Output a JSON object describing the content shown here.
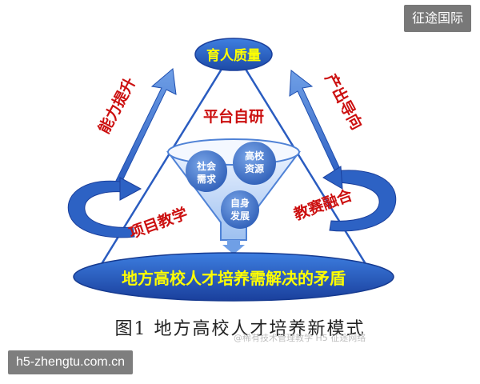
{
  "diagram": {
    "top_node": "育人质量",
    "base_label": "地方高校人才培养需解决的矛盾",
    "funnel_title": "平台自研",
    "circles": {
      "social": "社会需求",
      "school": "高校资源",
      "self": "自身发展"
    },
    "arrows": {
      "left_up": "能力提升",
      "right_up": "产出导向",
      "left_down": "项目教学",
      "right_down": "教赛融合"
    }
  },
  "caption": "图1 地方高校人才培养新模式",
  "faint_caption": "@稀有技术管理教学 H5 征途网络",
  "watermarks": {
    "top_right": "征途国际",
    "bottom_left": "h5-zhengtu.com.cn"
  },
  "colors": {
    "blue_dark": "#1e4fb0",
    "blue_light": "#6f9fe6",
    "red_text": "#cc1010",
    "node_text": "#ffff00"
  }
}
